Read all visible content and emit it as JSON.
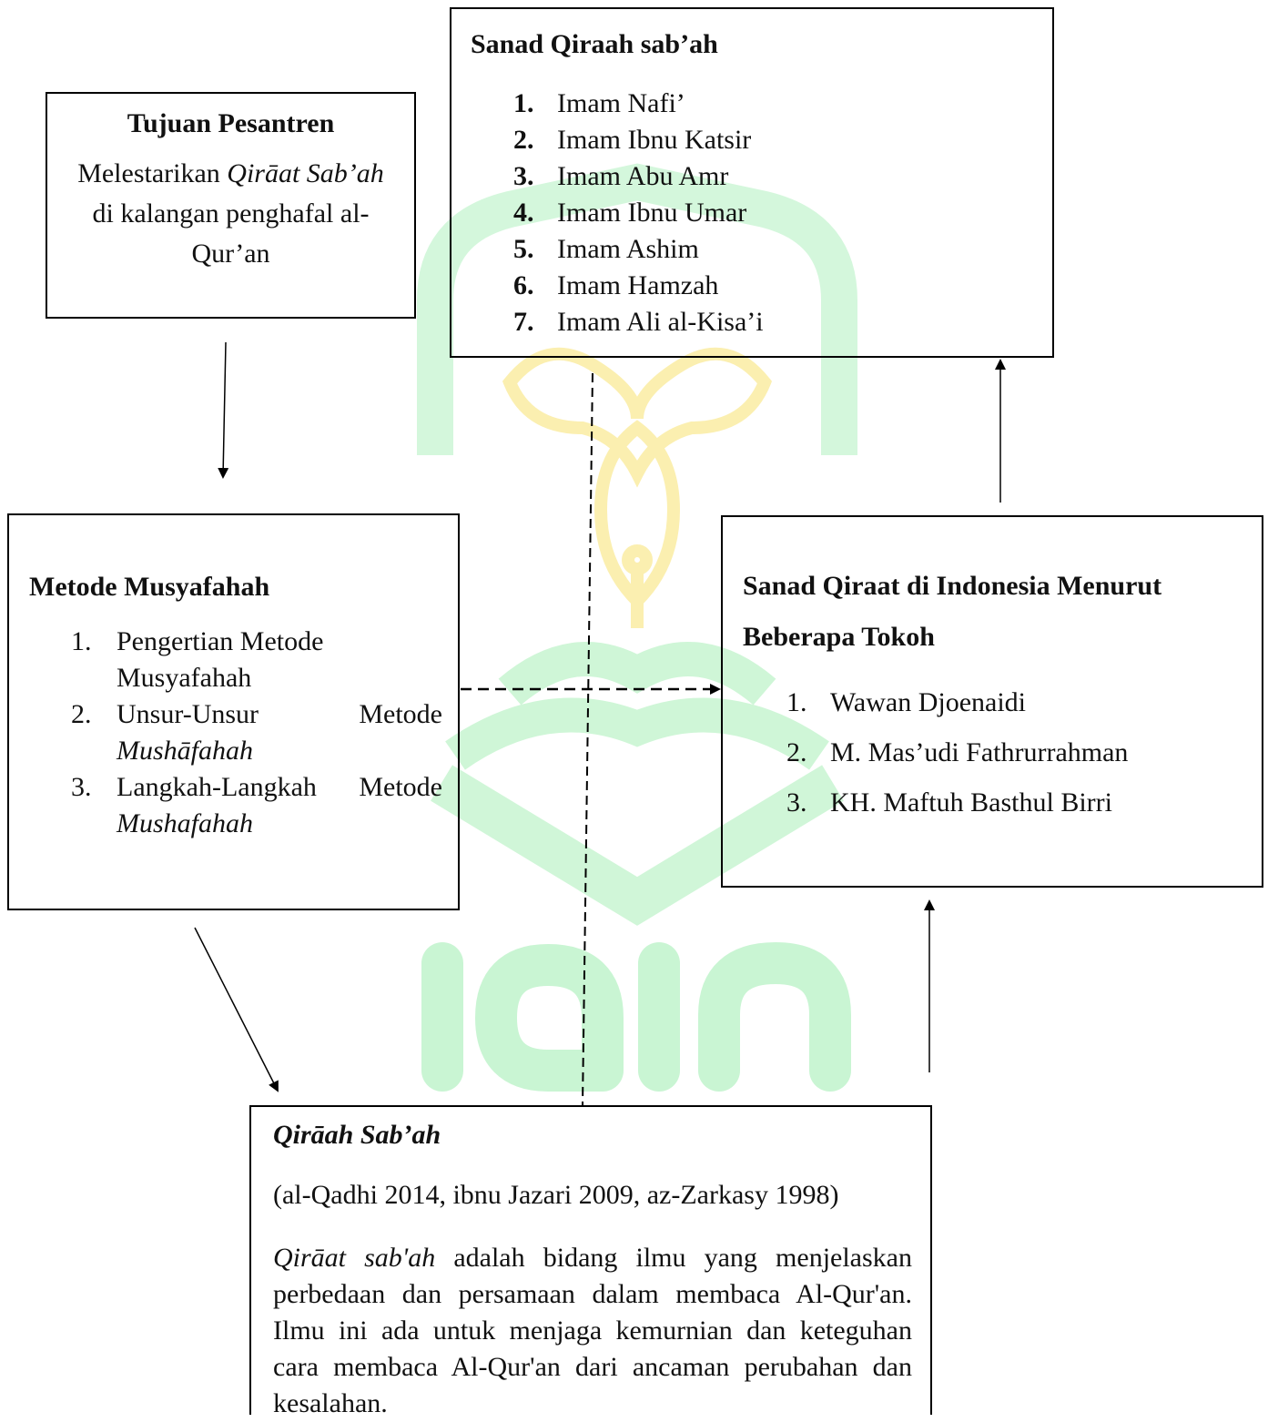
{
  "colors": {
    "watermark_green": "#c8f5d4",
    "watermark_yellow": "#fdf0a8",
    "line": "#000000"
  },
  "tujuan": {
    "title": "Tujuan Pesantren",
    "line1_pre": "Melestarikan ",
    "line1_italic": "Qirāat Sab’ah",
    "line2": "di kalangan penghafal al-",
    "line3": "Qur’an"
  },
  "sanad7": {
    "title": "Sanad Qiraah sab’ah",
    "items": [
      {
        "num": "1.",
        "text": "Imam Nafi’"
      },
      {
        "num": "2.",
        "text": "Imam Ibnu Katsir"
      },
      {
        "num": "3.",
        "text": "Imam Abu Amr"
      },
      {
        "num": "4.",
        "text": "Imam Ibnu Umar"
      },
      {
        "num": "5.",
        "text": "Imam Ashim"
      },
      {
        "num": "6.",
        "text": "Imam Hamzah"
      },
      {
        "num": "7.",
        "text": "Imam Ali al-Kisa’i"
      }
    ]
  },
  "metode": {
    "title": "Metode Musyafahah",
    "item1": {
      "num": "1.",
      "line1": "Pengertian Metode",
      "line2": "Musyafahah"
    },
    "item2": {
      "num": "2.",
      "word_a": "Unsur-Unsur",
      "word_b": "Metode",
      "line2": "Mushāfahah"
    },
    "item3": {
      "num": "3.",
      "word_a": "Langkah-Langkah",
      "word_b": "Metode",
      "line2": "Mushafahah"
    }
  },
  "indo": {
    "title_line1": "Sanad Qiraat di Indonesia Menurut",
    "title_line2": "Beberapa Tokoh",
    "items": [
      {
        "num": "1.",
        "text": "Wawan Djoenaidi"
      },
      {
        "num": "2.",
        "text": "M. Mas’udi Fathrurrahman"
      },
      {
        "num": "3.",
        "text": "KH. Maftuh Basthul Birri"
      }
    ]
  },
  "qiraah": {
    "title": "Qirāah Sab’ah",
    "refs": "(al-Qadhi 2014, ibnu Jazari 2009, az-Zarkasy 1998)",
    "desc_italic": "Qirāat sab'ah",
    "desc_rest": " adalah bidang ilmu yang menjelaskan perbedaan dan persamaan dalam membaca Al-Qur'an. Ilmu ini ada untuk menjaga kemurnian dan keteguhan cara membaca Al-Qur'an dari ancaman perubahan dan kesalahan."
  }
}
